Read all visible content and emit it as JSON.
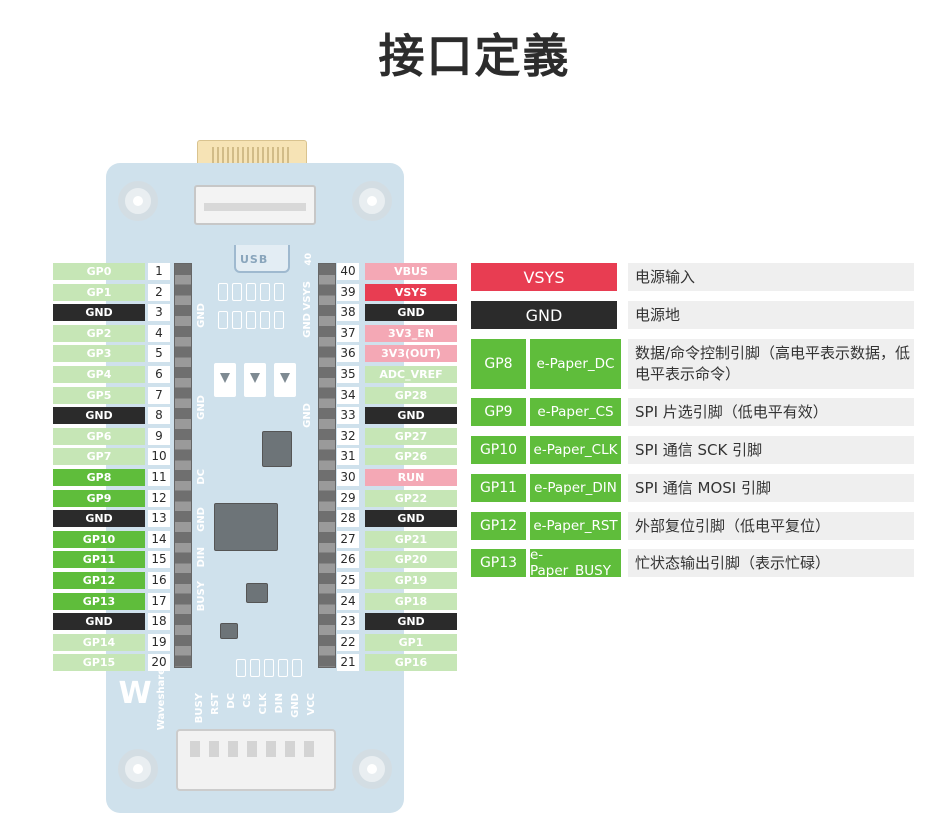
{
  "title": "接口定義",
  "board": {
    "usb_label": "USB",
    "left_side_labels": [
      "GND",
      "GND",
      "DC",
      "GND",
      "DIN",
      "BUSY"
    ],
    "right_side_labels": [
      "VSYS",
      "GND",
      "GND"
    ],
    "header_num_left": "1",
    "header_num_right": "40",
    "bottom_labels": [
      "BUSY",
      "RST",
      "DC",
      "CS",
      "CLK",
      "DIN",
      "GND",
      "VCC"
    ],
    "brand": "Waveshare"
  },
  "left_pins": [
    {
      "num": "1",
      "name": "GP0",
      "style": "gp-light"
    },
    {
      "num": "2",
      "name": "GP1",
      "style": "gp-light"
    },
    {
      "num": "3",
      "name": "GND",
      "style": "gnd"
    },
    {
      "num": "4",
      "name": "GP2",
      "style": "gp-light"
    },
    {
      "num": "5",
      "name": "GP3",
      "style": "gp-light"
    },
    {
      "num": "6",
      "name": "GP4",
      "style": "gp-light"
    },
    {
      "num": "7",
      "name": "GP5",
      "style": "gp-light"
    },
    {
      "num": "8",
      "name": "GND",
      "style": "gnd"
    },
    {
      "num": "9",
      "name": "GP6",
      "style": "gp-light"
    },
    {
      "num": "10",
      "name": "GP7",
      "style": "gp-light"
    },
    {
      "num": "11",
      "name": "GP8",
      "style": "gp-green"
    },
    {
      "num": "12",
      "name": "GP9",
      "style": "gp-green"
    },
    {
      "num": "13",
      "name": "GND",
      "style": "gnd"
    },
    {
      "num": "14",
      "name": "GP10",
      "style": "gp-green"
    },
    {
      "num": "15",
      "name": "GP11",
      "style": "gp-green"
    },
    {
      "num": "16",
      "name": "GP12",
      "style": "gp-green"
    },
    {
      "num": "17",
      "name": "GP13",
      "style": "gp-green"
    },
    {
      "num": "18",
      "name": "GND",
      "style": "gnd"
    },
    {
      "num": "19",
      "name": "GP14",
      "style": "gp-light"
    },
    {
      "num": "20",
      "name": "GP15",
      "style": "gp-light"
    }
  ],
  "right_pins": [
    {
      "num": "40",
      "name": "VBUS",
      "style": "pink"
    },
    {
      "num": "39",
      "name": "VSYS",
      "style": "red"
    },
    {
      "num": "38",
      "name": "GND",
      "style": "gnd"
    },
    {
      "num": "37",
      "name": "3V3_EN",
      "style": "pink"
    },
    {
      "num": "36",
      "name": "3V3(OUT)",
      "style": "pink"
    },
    {
      "num": "35",
      "name": "ADC_VREF",
      "style": "gp-light"
    },
    {
      "num": "34",
      "name": "GP28",
      "style": "gp-light"
    },
    {
      "num": "33",
      "name": "GND",
      "style": "gnd"
    },
    {
      "num": "32",
      "name": "GP27",
      "style": "gp-light"
    },
    {
      "num": "31",
      "name": "GP26",
      "style": "gp-light"
    },
    {
      "num": "30",
      "name": "RUN",
      "style": "pink"
    },
    {
      "num": "29",
      "name": "GP22",
      "style": "gp-light"
    },
    {
      "num": "28",
      "name": "GND",
      "style": "gnd"
    },
    {
      "num": "27",
      "name": "GP21",
      "style": "gp-light"
    },
    {
      "num": "26",
      "name": "GP20",
      "style": "gp-light"
    },
    {
      "num": "25",
      "name": "GP19",
      "style": "gp-light"
    },
    {
      "num": "24",
      "name": "GP18",
      "style": "gp-light"
    },
    {
      "num": "23",
      "name": "GND",
      "style": "gnd"
    },
    {
      "num": "22",
      "name": "GP1",
      "style": "gp-light"
    },
    {
      "num": "21",
      "name": "GP16",
      "style": "gp-light"
    }
  ],
  "table": {
    "vsys": {
      "label": "VSYS",
      "desc": "电源输入"
    },
    "gnd": {
      "label": "GND",
      "desc": "电源地"
    },
    "rows": [
      {
        "gp": "GP8",
        "fn": "e-Paper_DC",
        "desc": "数据/命令控制引脚（高电平表示数据，低电平表示命令）"
      },
      {
        "gp": "GP9",
        "fn": "e-Paper_CS",
        "desc": "SPI 片选引脚（低电平有效）"
      },
      {
        "gp": "GP10",
        "fn": "e-Paper_CLK",
        "desc": "SPI 通信 SCK 引脚"
      },
      {
        "gp": "GP11",
        "fn": "e-Paper_DIN",
        "desc": "SPI 通信 MOSI 引脚"
      },
      {
        "gp": "GP12",
        "fn": "e-Paper_RST",
        "desc": "外部复位引脚（低电平复位）"
      },
      {
        "gp": "GP13",
        "fn": "e-Paper_BUSY",
        "desc": "忙状态输出引脚（表示忙碌）"
      }
    ]
  }
}
